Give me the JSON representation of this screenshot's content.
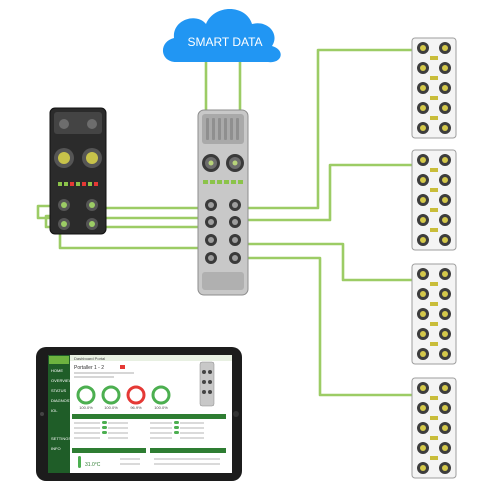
{
  "cloud": {
    "label": "SMART DATA"
  },
  "tablet": {
    "header_title": "Dashboard Portal",
    "device_name": "Portaller 1 - 2",
    "sidebar_items": [
      "HOME",
      "OVERVIEW",
      "STATUS",
      "DIAGNOSTICS",
      "IOL",
      "SETTINGS",
      "INFO"
    ],
    "gauges": [
      {
        "value": "100.0%",
        "color": "#4caf50"
      },
      {
        "value": "100.0%",
        "color": "#4caf50"
      },
      {
        "value": "96.9%",
        "color": "#e53935"
      },
      {
        "value": "100.0%",
        "color": "#4caf50"
      }
    ],
    "temperature": "31.0°C"
  },
  "colors": {
    "cable": "#9ccc65",
    "cable_dark": "#7cb342",
    "cloud": "#2196f3",
    "hub_body": "#bdbdbd",
    "module_body": "#2b2b2b",
    "accent": "#6db33f"
  }
}
